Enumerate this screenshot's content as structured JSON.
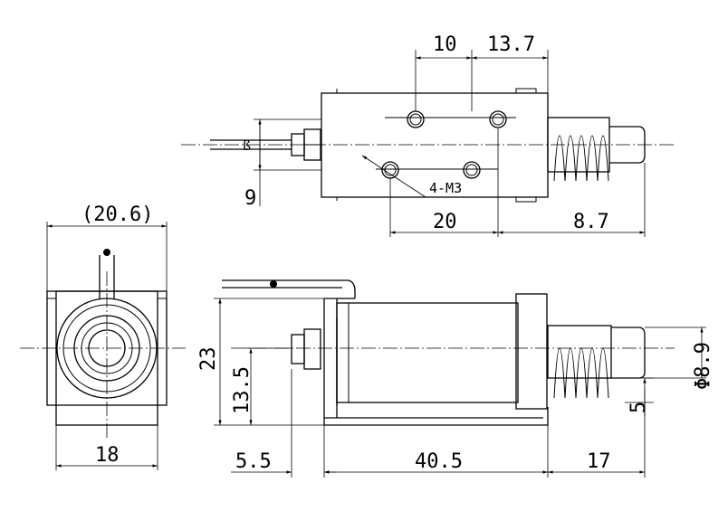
{
  "top_view": {
    "dim_hole_spacing_x": "10",
    "dim_hole_to_end": "13.7",
    "dim_length": "20",
    "dim_plunger": "8.7",
    "dim_height": "9",
    "dim_small": "ß",
    "thread_note": "4-M3"
  },
  "end_view": {
    "dim_overall": "(20.6)",
    "dim_width": "18"
  },
  "side_view": {
    "dim_height": "23",
    "dim_axis_height": "13.5",
    "dim_left_offset": "5.5",
    "dim_body_length": "40.5",
    "dim_plunger_length": "17",
    "dim_diameter": "Φ8.9",
    "dim_plunger_step": "5"
  }
}
